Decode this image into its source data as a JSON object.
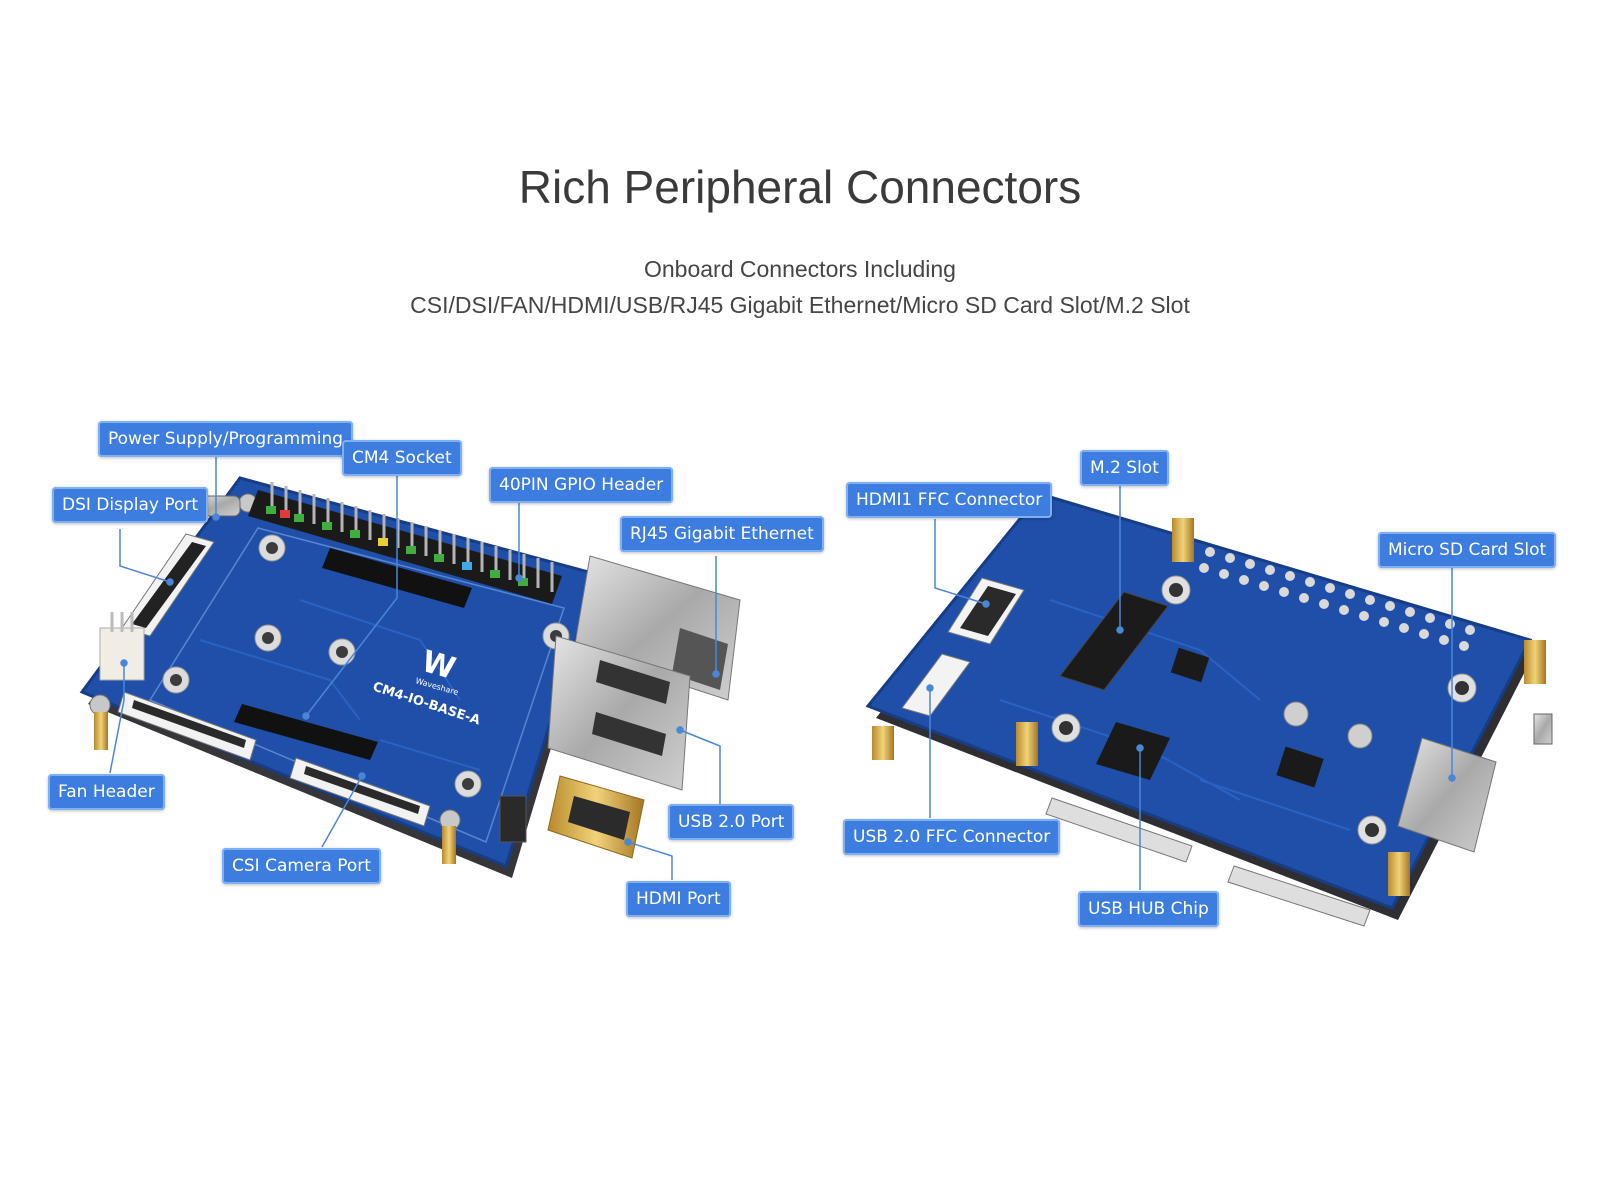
{
  "header": {
    "title": "Rich Peripheral Connectors",
    "subtitle_line1": "Onboard Connectors Including",
    "subtitle_line2": "CSI/DSI/FAN/HDMI/USB/RJ45 Gigabit Ethernet/Micro SD Card Slot/M.2 Slot"
  },
  "board_top": {
    "logo_text": "Waveshare",
    "model": "CM4-IO-BASE-A",
    "callouts": {
      "power": "Power Supply/Programming",
      "cm4": "CM4 Socket",
      "gpio": "40PIN GPIO Header",
      "rj45": "RJ45 Gigabit Ethernet",
      "dsi": "DSI Display Port",
      "fan": "Fan Header",
      "csi": "CSI Camera Port",
      "usb2": "USB 2.0 Port",
      "hdmi": "HDMI Port"
    }
  },
  "board_bottom": {
    "callouts": {
      "m2": "M.2 Slot",
      "hdmi1": "HDMI1 FFC Connector",
      "sd": "Micro SD Card Slot",
      "usbffc": "USB 2.0 FFC Connector",
      "hub": "USB HUB Chip"
    }
  },
  "colors": {
    "pcb": "#1f4fa8",
    "pcb_dark": "#173d86",
    "callout": "#3d7de0",
    "line": "#4a86d8"
  }
}
